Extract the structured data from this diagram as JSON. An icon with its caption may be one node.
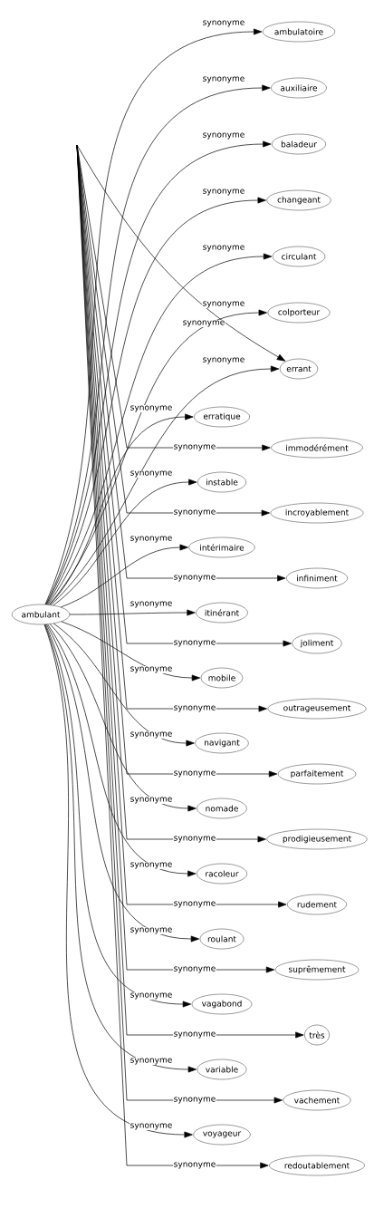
{
  "diagram": {
    "nodes": [
      {
        "text": [
          "ambulant"
        ]
      },
      {
        "text": [
          "ambulatoire"
        ]
      },
      {
        "text": [
          "auxiliaire"
        ]
      },
      {
        "text": [
          "baladeur"
        ]
      },
      {
        "text": [
          "changeant"
        ]
      },
      {
        "text": [
          "circulant"
        ]
      },
      {
        "text": [
          "colporteur"
        ]
      },
      {
        "text": [
          "errant"
        ]
      },
      {
        "text": [
          "erratique"
        ]
      },
      {
        "text": [
          "instable"
        ]
      },
      {
        "text": [
          "intérimaire"
        ]
      },
      {
        "text": [
          "itinérant"
        ]
      },
      {
        "text": [
          "mobile"
        ]
      },
      {
        "text": [
          "navigant"
        ]
      },
      {
        "text": [
          "nomade"
        ]
      },
      {
        "text": [
          "racoleur"
        ]
      },
      {
        "text": [
          "roulant"
        ]
      },
      {
        "text": [
          "vagabond"
        ]
      },
      {
        "text": [
          "variable"
        ]
      },
      {
        "text": [
          "voyageur"
        ]
      },
      {
        "text": [
          "immodérément"
        ]
      },
      {
        "text": [
          "incroyablement"
        ]
      },
      {
        "text": [
          "infiniment"
        ]
      },
      {
        "text": [
          "joliment"
        ]
      },
      {
        "text": [
          "outrageusement"
        ]
      },
      {
        "text": [
          "parfaitement"
        ]
      },
      {
        "text": [
          "prodigieusement"
        ]
      },
      {
        "text": [
          "rudement"
        ]
      },
      {
        "text": [
          "suprêmement"
        ]
      },
      {
        "text": [
          "très"
        ]
      },
      {
        "text": [
          "vachement"
        ]
      },
      {
        "text": [
          "redoutablement"
        ]
      }
    ],
    "edges": [
      {
        "from": 0,
        "to": 1,
        "arrow": "to",
        "label": "synonyme"
      },
      {
        "from": 0,
        "to": 2,
        "arrow": "to",
        "label": "synonyme"
      },
      {
        "from": 0,
        "to": 3,
        "arrow": "to",
        "label": "synonyme"
      },
      {
        "from": 0,
        "to": 4,
        "arrow": "to",
        "label": "synonyme"
      },
      {
        "from": 0,
        "to": 5,
        "arrow": "to",
        "label": "synonyme"
      },
      {
        "from": 0,
        "to": 6,
        "arrow": "to",
        "label": "synonyme"
      },
      {
        "from": 0,
        "to": 7,
        "arrow": "to",
        "label": "synonyme"
      },
      {
        "from": 0,
        "to": 8,
        "arrow": "to",
        "label": "synonyme"
      },
      {
        "from": 0,
        "to": 9,
        "arrow": "to",
        "label": "synonyme"
      },
      {
        "from": 0,
        "to": 10,
        "arrow": "to",
        "label": "synonyme"
      },
      {
        "from": 0,
        "to": 11,
        "arrow": "to",
        "label": "synonyme"
      },
      {
        "from": 0,
        "to": 12,
        "arrow": "to",
        "label": "synonyme"
      },
      {
        "from": 0,
        "to": 13,
        "arrow": "to",
        "label": "synonyme"
      },
      {
        "from": 0,
        "to": 14,
        "arrow": "to",
        "label": "synonyme"
      },
      {
        "from": 0,
        "to": 15,
        "arrow": "to",
        "label": "synonyme"
      },
      {
        "from": 0,
        "to": 16,
        "arrow": "to",
        "label": "synonyme"
      },
      {
        "from": 0,
        "to": 17,
        "arrow": "to",
        "label": "synonyme"
      },
      {
        "from": 0,
        "to": 18,
        "arrow": "to",
        "label": "synonyme"
      },
      {
        "from": 0,
        "to": 19,
        "arrow": "to",
        "label": "synonyme"
      },
      {
        "from": null,
        "to": 7,
        "arrow": "to",
        "label": "synonyme"
      },
      {
        "from": null,
        "to": 20,
        "arrow": "to",
        "label": "synonyme"
      },
      {
        "from": null,
        "to": 21,
        "arrow": "to",
        "label": "synonyme"
      },
      {
        "from": null,
        "to": 22,
        "arrow": "to",
        "label": "synonyme"
      },
      {
        "from": null,
        "to": 23,
        "arrow": "to",
        "label": "synonyme"
      },
      {
        "from": null,
        "to": 24,
        "arrow": "to",
        "label": "synonyme"
      },
      {
        "from": null,
        "to": 25,
        "arrow": "to",
        "label": "synonyme"
      },
      {
        "from": null,
        "to": 26,
        "arrow": "to",
        "label": "synonyme"
      },
      {
        "from": null,
        "to": 27,
        "arrow": "to",
        "label": "synonyme"
      },
      {
        "from": null,
        "to": 28,
        "arrow": "to",
        "label": "synonyme"
      },
      {
        "from": null,
        "to": 29,
        "arrow": "to",
        "label": "synonyme"
      },
      {
        "from": null,
        "to": 30,
        "arrow": "to",
        "label": "synonyme"
      },
      {
        "from": null,
        "to": 31,
        "arrow": "to",
        "label": "synonyme"
      }
    ]
  }
}
